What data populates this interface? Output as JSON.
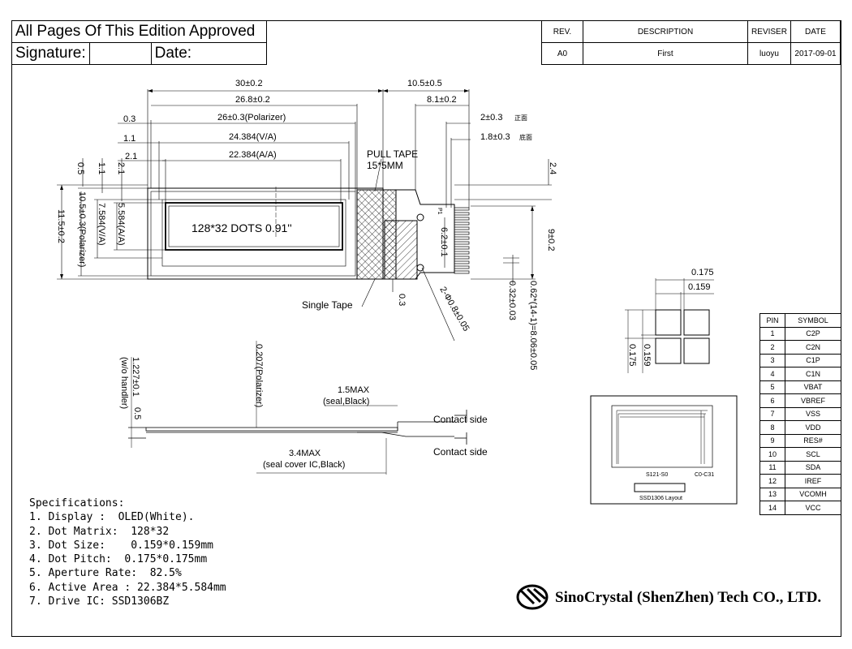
{
  "approval": {
    "title": "All Pages Of This Edition Approved",
    "signature_label": "Signature:",
    "date_label": "Date:"
  },
  "revision_table": {
    "headers": [
      "REV.",
      "DESCRIPTION",
      "REVISER",
      "DATE"
    ],
    "row": [
      "A0",
      "First",
      "luoyu",
      "2017-09-01"
    ]
  },
  "dimensions": {
    "overall_width": "30±0.2",
    "width_26_8": "26.8±0.2",
    "polarizer_width": "26±0.3(Polarizer)",
    "va_width": "24.384(V/A)",
    "aa_width": "22.384(A/A)",
    "off_0_3": "0.3",
    "off_1_1": "1.1",
    "off_2_1": "2.1",
    "fpc_length": "10.5±0.5",
    "fpc_8_1": "8.1±0.2",
    "fpc_2": "2±0.3",
    "fpc_2_note": "正面",
    "fpc_1_8": "1.8±0.3",
    "fpc_1_8_note": "底面",
    "pull_tape": "PULL TAPE",
    "pull_tape_size": "15*5MM",
    "v_0_5": "0.5",
    "v_1_1": "1.1",
    "v_2_1": "2.1",
    "height_11_5": "11.5±0.2",
    "height_10_5": "10.5±0.3(Polarizer)",
    "va_height": "7.584(V/A)",
    "aa_height": "5.584(A/A)",
    "display_label": "128*32 DOTS 0.91''",
    "single_tape": "Single Tape",
    "d_0_3": "0.3",
    "d_6_2": "6.2±0.1",
    "d_9": "9±0.2",
    "d_2_4": "2.4",
    "holes": "2-Φ0.8±0.05",
    "pin_pitch": "0.32±0.03",
    "pin_span": "0.62*(14-1)=8.06±0.05",
    "pin_one": "P1",
    "thickness": "1.227±0.1",
    "thickness_note": "(w/o handler)",
    "t_0_5": "0.5",
    "polarizer_thk": "0.207(Polarizer)",
    "seal_max": "1.5MAX",
    "seal_note": "(seal,Black)",
    "cover_max": "3.4MAX",
    "cover_note": "(seal cover IC,Black)",
    "contact_side_1": "Contact side",
    "contact_side_2": "Contact side",
    "dot_pitch": "0.175",
    "dot_size": "0.159",
    "dot_pitch_v": "0.175",
    "dot_size_v": "0.159"
  },
  "layout_box": {
    "seg_label": "S121-S0",
    "com_label": "C0-C31",
    "caption": "SSD1306 Layout"
  },
  "pin_table": {
    "headers": [
      "PIN",
      "SYMBOL"
    ],
    "rows": [
      [
        "1",
        "C2P"
      ],
      [
        "2",
        "C2N"
      ],
      [
        "3",
        "C1P"
      ],
      [
        "4",
        "C1N"
      ],
      [
        "5",
        "VBAT"
      ],
      [
        "6",
        "VBREF"
      ],
      [
        "7",
        "VSS"
      ],
      [
        "8",
        "VDD"
      ],
      [
        "9",
        "RES#"
      ],
      [
        "10",
        "SCL"
      ],
      [
        "11",
        "SDA"
      ],
      [
        "12",
        "IREF"
      ],
      [
        "13",
        "VCOMH"
      ],
      [
        "14",
        "VCC"
      ]
    ]
  },
  "specifications": {
    "title": "Specifications:",
    "lines": [
      "1. Display :  OLED(White).",
      "2. Dot Matrix:  128*32",
      "3. Dot Size:    0.159*0.159mm",
      "4. Dot Pitch:  0.175*0.175mm",
      "5. Aperture Rate:  82.5%",
      "6. Active Area : 22.384*5.584mm",
      "7. Drive IC: SSD1306BZ"
    ]
  },
  "company": "SinoCrystal (ShenZhen) Tech CO., LTD."
}
